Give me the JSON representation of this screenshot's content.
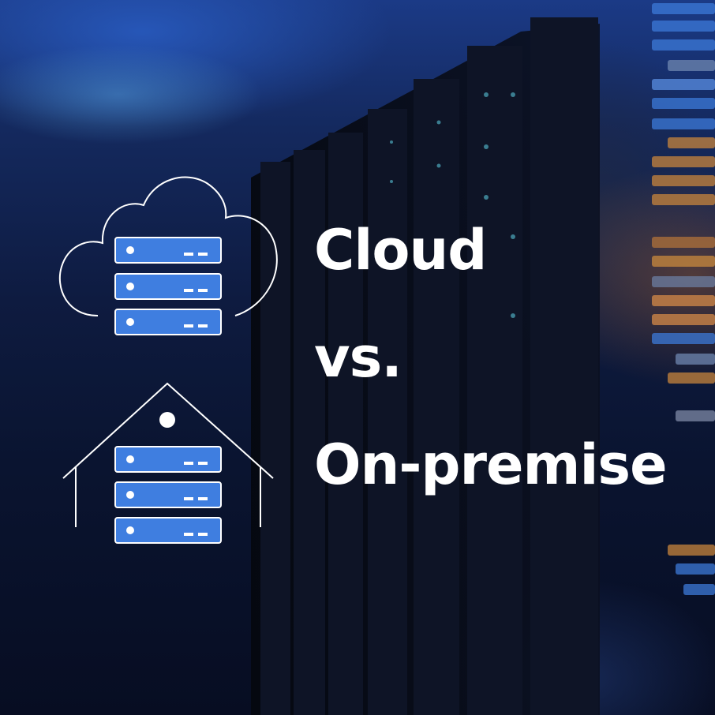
{
  "headline": {
    "line1": "Cloud",
    "line2": "vs.",
    "line3": "On-premise"
  },
  "icons": {
    "cloud": "cloud-server-icon",
    "house": "house-server-icon"
  },
  "colors": {
    "server_unit": "#3f7ee0",
    "outline": "#ffffff",
    "text": "#ffffff",
    "background_top": "#1b3a86",
    "background_bottom": "#070d22"
  }
}
